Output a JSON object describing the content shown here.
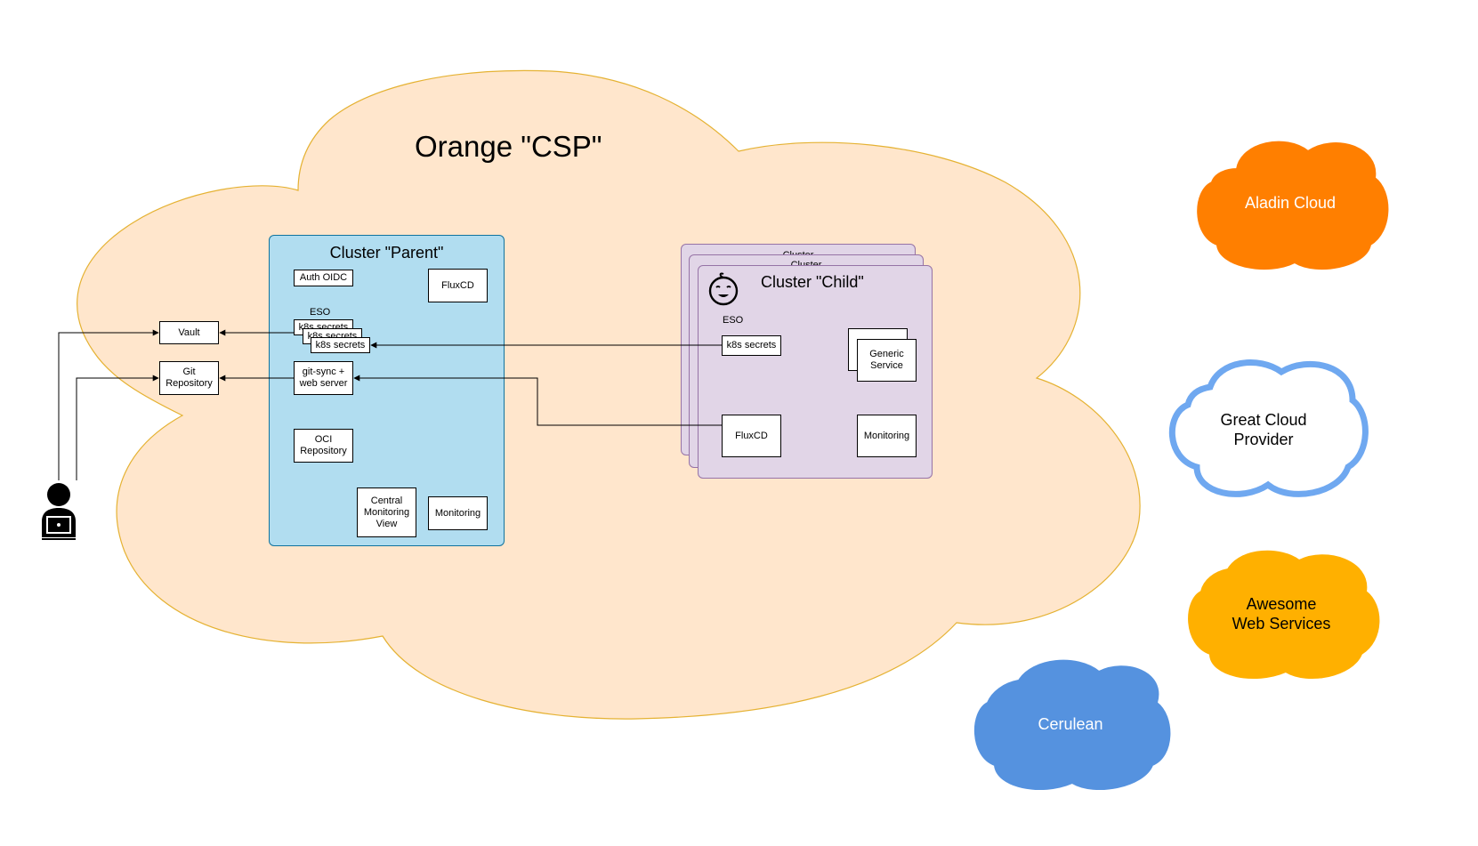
{
  "csp": {
    "title": "Orange \"CSP\""
  },
  "parent": {
    "title": "Cluster \"Parent\"",
    "auth_oidc": "Auth OIDC",
    "fluxcd": "FluxCD",
    "eso": "ESO",
    "secrets_stack": [
      "k8s secrets",
      "k8s secrets",
      "k8s secrets"
    ],
    "git_sync": "git-sync +\nweb server",
    "oci_repository": "OCI\nRepository",
    "central_monitoring": "Central\nMonitoring\nView",
    "monitoring": "Monitoring"
  },
  "child": {
    "stack_titles": [
      "Cluster",
      "Cluster"
    ],
    "title": "Cluster \"Child\"",
    "eso": "ESO",
    "k8s_secrets": "k8s secrets",
    "generic_service": "Generic\nService",
    "fluxcd": "FluxCD",
    "monitoring": "Monitoring"
  },
  "external": {
    "vault": "Vault",
    "git_repository": "Git\nRepository"
  },
  "clouds": [
    {
      "label": "Aladin Cloud",
      "fill": "#FF7F00",
      "stroke": "#FF7F00",
      "text_color": "#ffffff"
    },
    {
      "label": "Great Cloud\nProvider",
      "fill": "#ffffff",
      "stroke": "#6FA8F0",
      "text_color": "#000000"
    },
    {
      "label": "Awesome\nWeb Services",
      "fill": "#FFB000",
      "stroke": "#FFB000",
      "text_color": "#000000"
    },
    {
      "label": "Cerulean",
      "fill": "#5592DF",
      "stroke": "#5592DF",
      "text_color": "#ffffff"
    }
  ],
  "colors": {
    "csp_fill": "#FFE6CC",
    "csp_stroke": "#E5B233",
    "parent_fill": "#B1DDF0",
    "parent_stroke": "#10739E",
    "child_fill": "#E1D5E7",
    "child_stroke": "#9673A6"
  },
  "icons": {
    "user": "user-laptop-icon",
    "baby": "baby-face-icon"
  }
}
